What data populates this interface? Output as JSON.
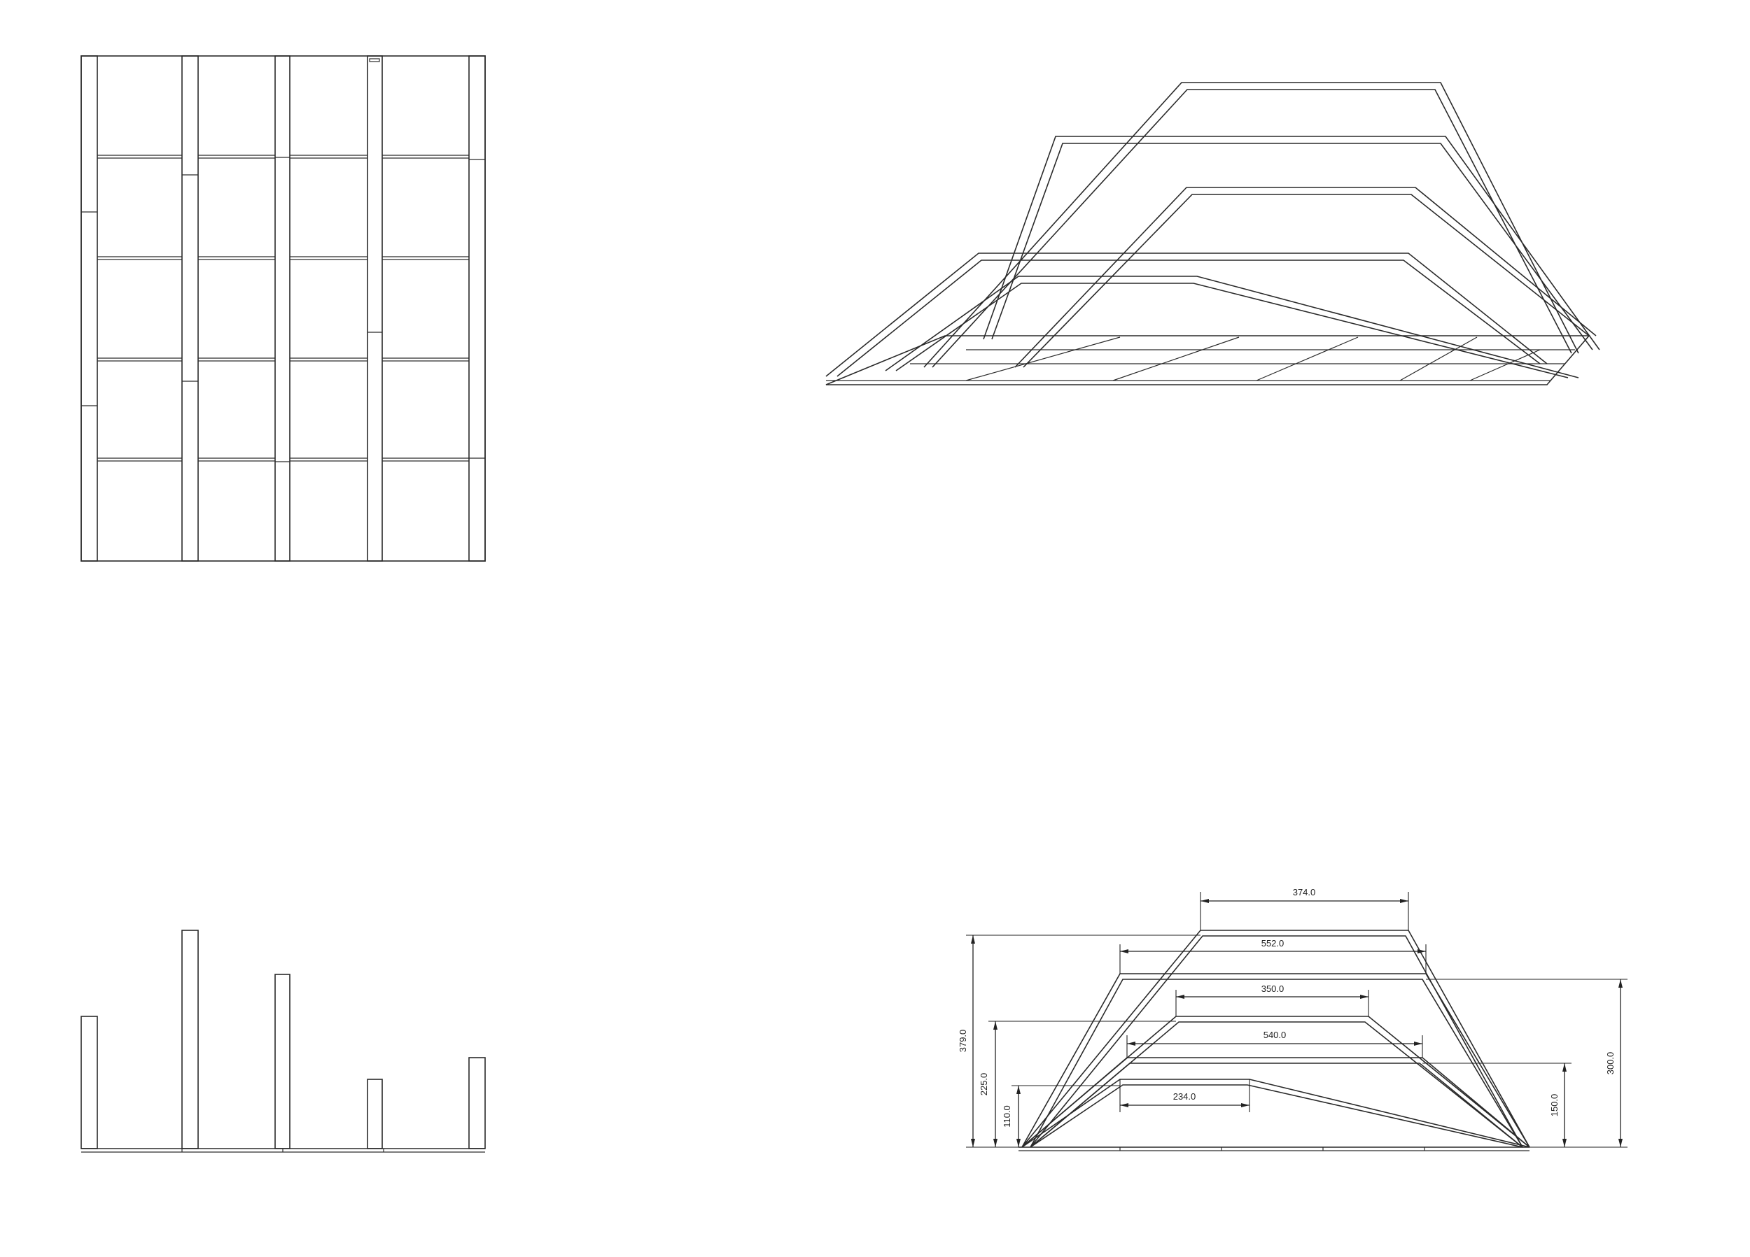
{
  "drawing": {
    "views": [
      "plan-view",
      "perspective-view",
      "front-elevation",
      "side-section"
    ],
    "dimensions": {
      "top_width": "374.0",
      "second_width": "552.0",
      "middle_width": "350.0",
      "fourth_width": "540.0",
      "bottom_width": "234.0",
      "total_height": "379.0",
      "height_225": "225.0",
      "height_110": "110.0",
      "height_150": "150.0",
      "height_300": "300.0"
    }
  }
}
